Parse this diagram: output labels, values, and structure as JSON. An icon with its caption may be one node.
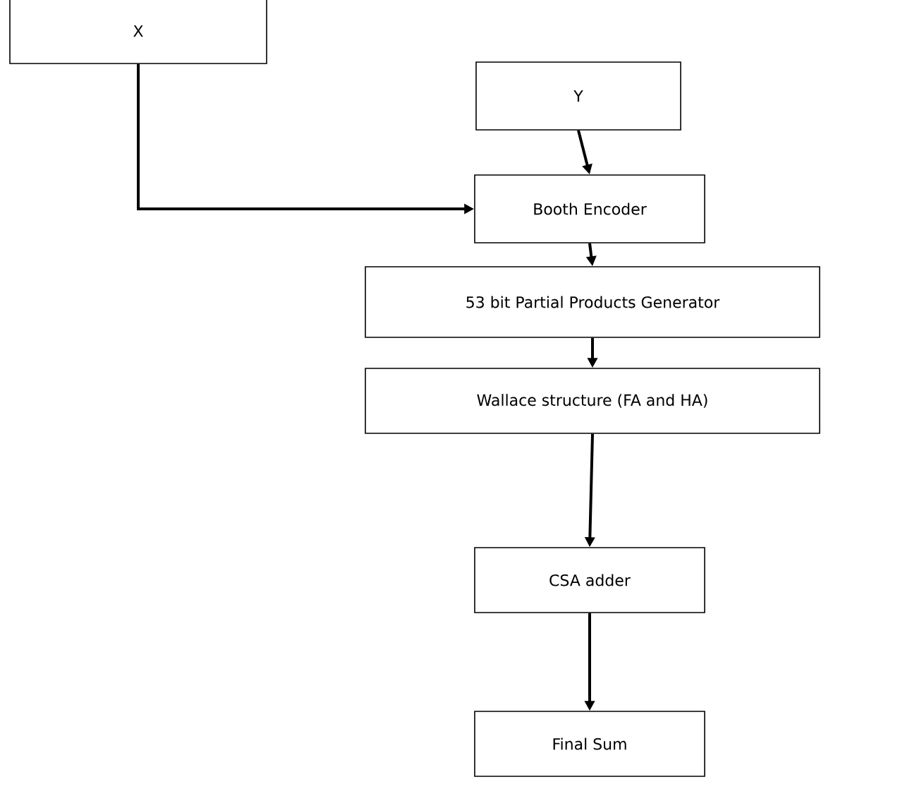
{
  "diagram": {
    "nodes": [
      {
        "text": [
          "X"
        ]
      },
      {
        "text": [
          "Y"
        ]
      },
      {
        "text": [
          "Booth Encoder"
        ]
      },
      {
        "text": [
          "53 bit Partial Products Generator"
        ]
      },
      {
        "text": [
          "Wallace structure (FA and HA)"
        ]
      },
      {
        "text": [
          "CSA adder"
        ]
      },
      {
        "text": [
          "Final Sum"
        ]
      }
    ],
    "edges": [
      {
        "from": 0,
        "to": 2,
        "arrow": "to"
      },
      {
        "from": 1,
        "to": 2,
        "arrow": "to"
      },
      {
        "from": 2,
        "to": 3,
        "arrow": "to"
      },
      {
        "from": 3,
        "to": 4,
        "arrow": "to"
      },
      {
        "from": 4,
        "to": 5,
        "arrow": "to"
      },
      {
        "from": 5,
        "to": 6,
        "arrow": "to"
      }
    ]
  }
}
